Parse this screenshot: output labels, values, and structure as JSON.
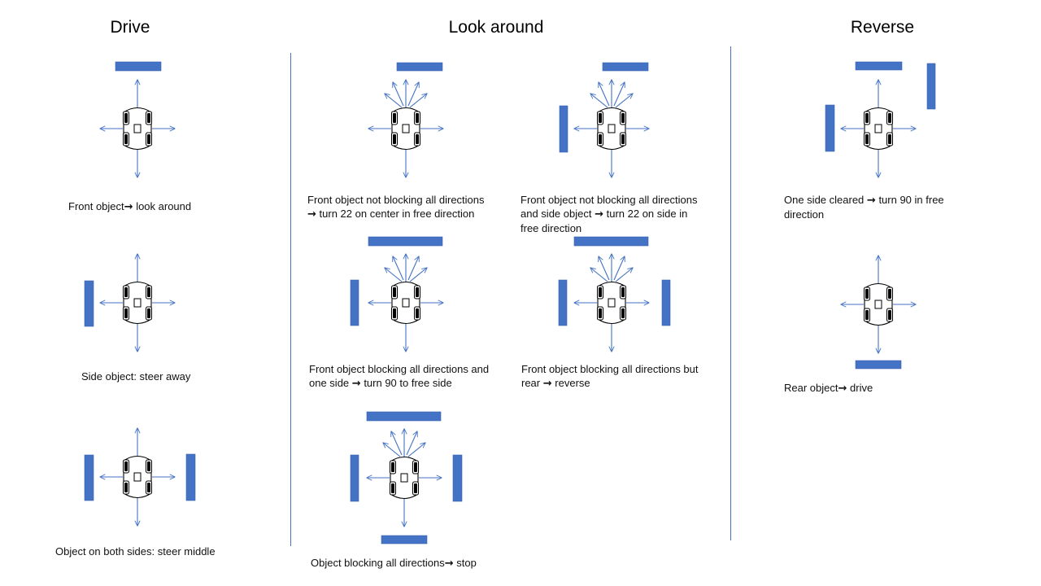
{
  "titles": {
    "drive": "Drive",
    "look_around": "Look around",
    "reverse": "Reverse"
  },
  "colors": {
    "obstacle": "#4472C4",
    "arrow": "#4472C4",
    "divider": "#4472C4",
    "wheel": "#000000"
  },
  "icons": {
    "right_arrow": "→"
  },
  "captions": {
    "drive_front": {
      "before": "Front object",
      "after": "look around"
    },
    "drive_side": {
      "text": "Side object: steer away"
    },
    "drive_both": {
      "text": "Object on both sides: steer middle"
    },
    "look_center": {
      "line1": "Front object not blocking all directions",
      "line2_after": "turn 22  on center in free direction"
    },
    "look_side": {
      "line1": "Front object not blocking all directions",
      "line2_before": "and side object",
      "line2_after": "turn 22 on side in",
      "line3": "free direction"
    },
    "look_oneside": {
      "line1": "Front object blocking all directions and",
      "line2_before": "one side",
      "line2_after": "turn 90 to free side"
    },
    "look_rear": {
      "line1": "Front object blocking all directions but",
      "line2_before": "rear",
      "line2_after": "reverse"
    },
    "look_stop": {
      "before": "Object blocking all directions",
      "after": "stop"
    },
    "rev_cleared": {
      "line1_before": "One side cleared",
      "line1_after": "turn 90  in free",
      "line2": "direction"
    },
    "rev_rear": {
      "before": "Rear object",
      "after": "drive"
    }
  }
}
